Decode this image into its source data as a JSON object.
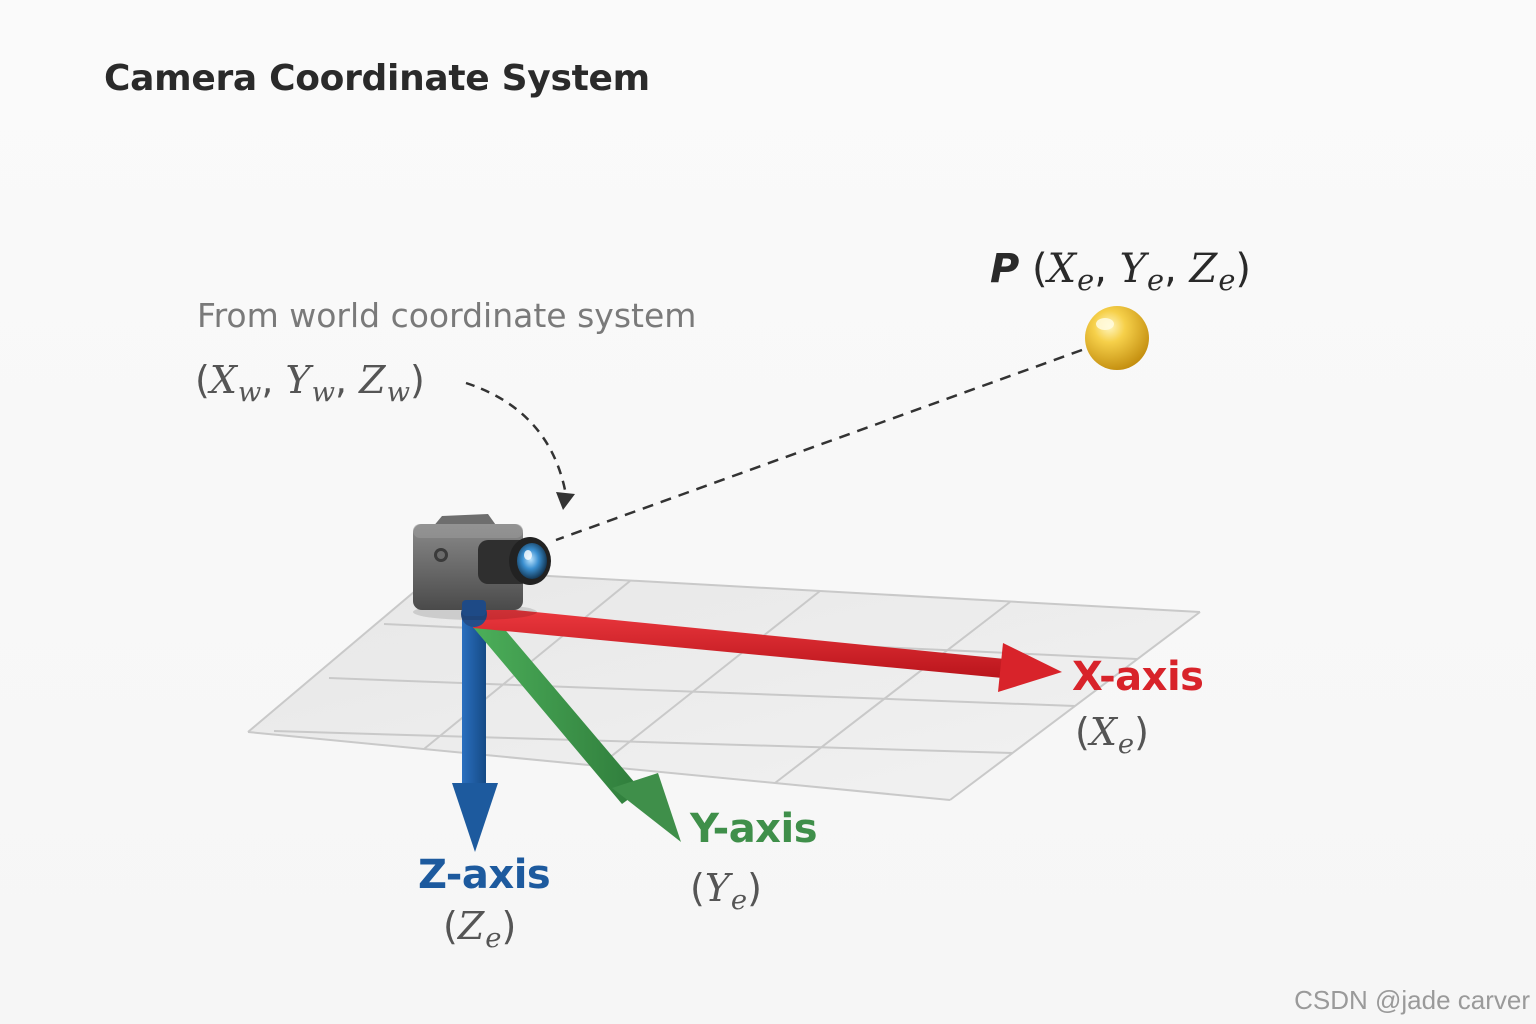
{
  "title": "Camera Coordinate System",
  "world": {
    "caption": "From world coordinate system",
    "open": "(",
    "x": "X",
    "x_sub": "w",
    "sep1": ", ",
    "y": "Y",
    "y_sub": "w",
    "sep2": ", ",
    "z": "Z",
    "z_sub": "w",
    "close": ")"
  },
  "point": {
    "name": "P",
    "open": "(",
    "x": "X",
    "x_sub": "e",
    "sep1": ", ",
    "y": "Y",
    "y_sub": "e",
    "sep2": ", ",
    "z": "Z",
    "z_sub": "e",
    "close": ")",
    "color": "#f0c020"
  },
  "axes": {
    "x": {
      "name": "X-axis",
      "open": "(",
      "sym": "X",
      "sub": "e",
      "close": ")",
      "color": "#d8232a"
    },
    "y": {
      "name": "Y-axis",
      "open": "(",
      "sym": "Y",
      "sub": "e",
      "close": ")",
      "color": "#3f8f4a"
    },
    "z": {
      "name": "Z-axis",
      "open": "(",
      "sym": "Z",
      "sub": "e",
      "close": ")",
      "color": "#1d5a9e"
    }
  },
  "icons": [
    "camera-icon",
    "point-sphere-icon"
  ],
  "watermark": "CSDN @jade carver"
}
